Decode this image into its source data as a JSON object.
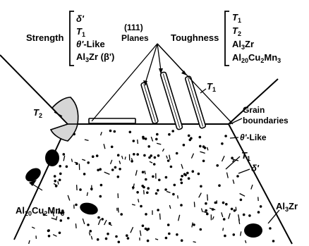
{
  "diagram": {
    "strength_group": {
      "title": "Strength",
      "items": [
        {
          "base": "δ'",
          "sub": "",
          "rest": ""
        },
        {
          "base": "T",
          "sub": "1",
          "rest": ""
        },
        {
          "base": "θ'",
          "sub": "",
          "rest": "-Like"
        },
        {
          "base": "Al",
          "sub": "3",
          "rest": "Zr (β')"
        }
      ]
    },
    "planes_label": {
      "line1": "(111)",
      "line2": "Planes"
    },
    "toughness_group": {
      "title": "Toughness",
      "items": [
        {
          "parts": [
            {
              "t": "T",
              "s": "1"
            }
          ]
        },
        {
          "parts": [
            {
              "t": "T",
              "s": "2"
            }
          ]
        },
        {
          "parts": [
            {
              "t": "Al",
              "s": "3"
            },
            {
              "t": "Zr",
              "s": ""
            }
          ]
        },
        {
          "parts": [
            {
              "t": "Al",
              "s": "20"
            },
            {
              "t": "Cu",
              "s": "2"
            },
            {
              "t": "Mn",
              "s": "3"
            }
          ]
        }
      ]
    },
    "t1_precipitate_label": {
      "base": "T",
      "sub": "1"
    },
    "t2_label": {
      "base": "T",
      "sub": "2"
    },
    "grain_boundaries_label": {
      "line1": "Grain",
      "line2": "boundaries"
    },
    "theta_like_label": {
      "base": "θ'",
      "rest": "-Like"
    },
    "t1_matrix_label": {
      "base": "T",
      "sub": "1"
    },
    "delta_label": "δ'",
    "dispersoid_left_label": {
      "parts": [
        {
          "t": "Al",
          "s": "20"
        },
        {
          "t": "Cu",
          "s": "2"
        },
        {
          "t": "Mn",
          "s": "3"
        }
      ]
    },
    "dispersoid_right_label": {
      "parts": [
        {
          "t": "Al",
          "s": "3"
        },
        {
          "t": "Zr",
          "s": ""
        }
      ]
    },
    "colors": {
      "ink": "#000000",
      "t2_fill": "#d6d6d6",
      "background": "#ffffff"
    }
  }
}
